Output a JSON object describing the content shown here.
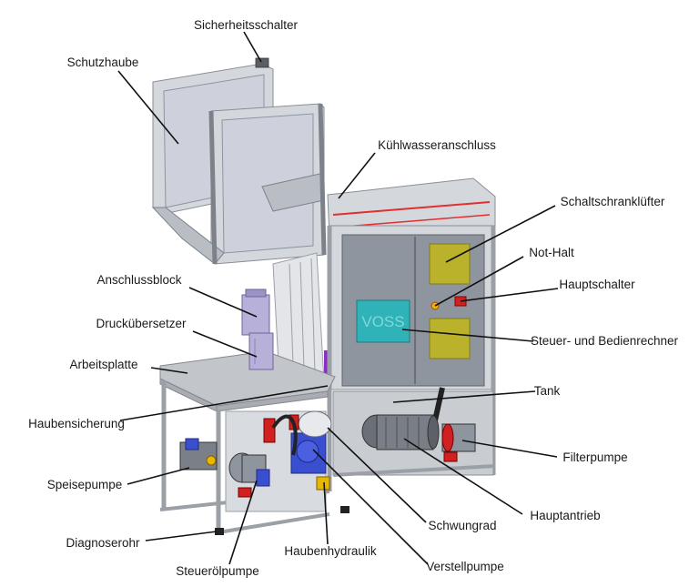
{
  "title": "",
  "colors": {
    "label_text": "#1a1a1a",
    "leader_line": "#111111",
    "cabinet": "#8f959e",
    "frame": "#d4d7dc",
    "display": "#2fb3b8",
    "panel_yellow": "#b9b22a",
    "accent_red": "#d02020",
    "hydraulic_blue": "#3a4fd0",
    "guard_purple": "#8b2fc2"
  },
  "screen_text": "VOSS",
  "labels": {
    "sicherheitsschalter": "Sicherheitsschalter",
    "schutzhaube": "Schutzhaube",
    "kuehlwasseranschluss": "Kühlwasseranschluss",
    "schaltschranklufter": "Schaltschranklüfter",
    "not_halt": "Not-Halt",
    "hauptschalter": "Hauptschalter",
    "anschlussblock": "Anschlussblock",
    "steuer_bedienrechner": "Steuer- und Bedienrechner",
    "druckuebersetzer": "Druckübersetzer",
    "arbeitsplatte": "Arbeitsplatte",
    "tank": "Tank",
    "haubensicherung": "Haubensicherung",
    "filterpumpe": "Filterpumpe",
    "speisepumpe": "Speisepumpe",
    "hauptantrieb": "Hauptantrieb",
    "schwungrad": "Schwungrad",
    "diagnoserohr": "Diagnoserohr",
    "haubenhydraulik": "Haubenhydraulik",
    "verstellpumpe": "Verstellpumpe",
    "steueroelpumpe": "Steuerölpumpe"
  }
}
